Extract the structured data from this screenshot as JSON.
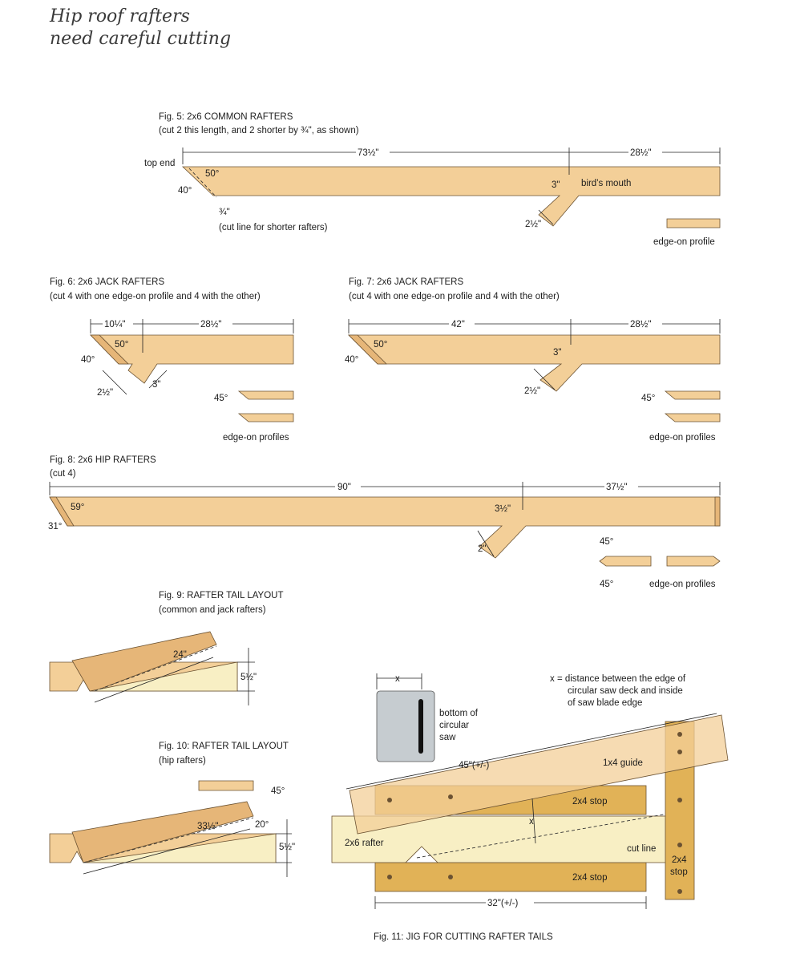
{
  "title_line1": "Hip roof rafters",
  "title_line2": "need careful cutting",
  "fig5": {
    "caption": "Fig. 5: 2x6  COMMON RAFTERS",
    "subcaption": "(cut 2 this length, and 2 shorter by ¾\", as shown)",
    "top_end": "top end",
    "len_main": "73½\"",
    "len_tail": "28½\"",
    "angle_a": "50°",
    "angle_b": "40°",
    "three_in": "3\"",
    "birds_mouth": "bird’s mouth",
    "two_half": "2½\"",
    "three_quarter": "¾\"",
    "cut_line_note": "(cut line for shorter rafters)",
    "profile_label": "edge-on profile"
  },
  "fig6": {
    "caption": "Fig. 6: 2x6  JACK RAFTERS",
    "subcaption": "(cut 4 with one edge-on profile and 4 with the other)",
    "len_main": "10¼\"",
    "len_tail": "28½\"",
    "angle_a": "50°",
    "angle_b": "40°",
    "two_half": "2½\"",
    "three_in": "3\"",
    "profile_angle": "45°",
    "profiles_label": "edge-on profiles"
  },
  "fig7": {
    "caption": "Fig. 7: 2x6  JACK RAFTERS",
    "subcaption": "(cut 4 with one edge-on profile and 4 with the other)",
    "len_main": "42\"",
    "len_tail": "28½\"",
    "angle_a": "50°",
    "angle_b": "40°",
    "three_in": "3\"",
    "two_half": "2½\"",
    "profile_angle": "45°",
    "profiles_label": "edge-on profiles"
  },
  "fig8": {
    "caption": "Fig. 8: 2x6  HIP RAFTERS",
    "subcaption": "(cut 4)",
    "len_main": "90\"",
    "len_tail": "37½\"",
    "angle_a": "59°",
    "angle_b": "31°",
    "three_half": "3½\"",
    "two_in": "2\"",
    "profile_angle_top": "45°",
    "profile_angle_bottom": "45°",
    "profiles_label": "edge-on profiles"
  },
  "fig9": {
    "caption": "Fig. 9: RAFTER TAIL LAYOUT",
    "subcaption": "(common and jack rafters)",
    "length": "24\"",
    "height": "5½\""
  },
  "fig10": {
    "caption": "Fig. 10: RAFTER TAIL LAYOUT",
    "subcaption": "(hip rafters)",
    "angle_top": "45°",
    "length": "33½\"",
    "angle_cut": "20°",
    "height": "5½\""
  },
  "fig11": {
    "caption": "Fig. 11: JIG FOR CUTTING RAFTER TAILS",
    "x_label": "x",
    "x_definition_1": "x =  distance between the edge of",
    "x_definition_2": "circular saw deck and inside",
    "x_definition_3": "of saw blade edge",
    "saw_label_1": "bottom of",
    "saw_label_2": "circular",
    "saw_label_3": "saw",
    "guide_length": "45\"(+/-)",
    "guide_label": "1x4 guide",
    "stop_top": "2x4 stop",
    "stop_bottom": "2x4 stop",
    "rafter_label": "2x6 rafter",
    "cut_line": "cut line",
    "post_label_1": "2x4",
    "post_label_2": "stop",
    "base_length": "32\"(+/-)",
    "x_mid": "x"
  }
}
